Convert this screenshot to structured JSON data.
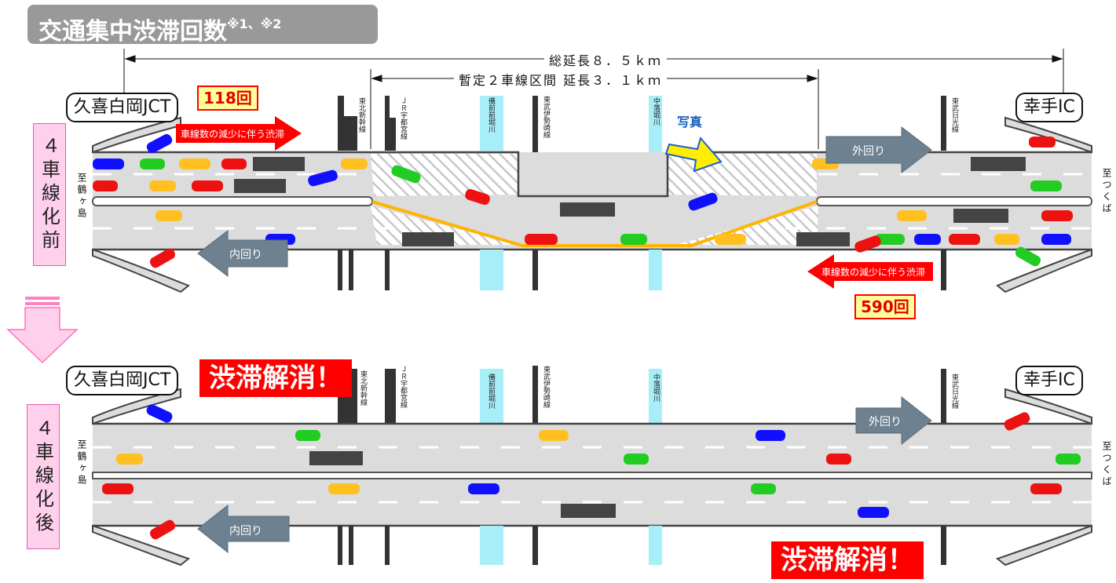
{
  "title": {
    "main": "交通集中渋滞回数",
    "note": "※1、※2"
  },
  "dimensions": {
    "total": "総延長８．５ｋｍ",
    "interim": "暫定２車線区間 延長３．１ｋｍ"
  },
  "ic_left": "久喜白岡JCT",
  "ic_right": "幸手IC",
  "counts": {
    "before_top": "118回",
    "before_bottom": "590回"
  },
  "panel_before": {
    "label": "４車線化前"
  },
  "panel_after": {
    "label": "４車線化後"
  },
  "dest_left": "至鶴ヶ島",
  "dest_right": "至つくば",
  "direction": {
    "outer": "外回り",
    "inner": "内回り"
  },
  "congestion_note": "車線数の減少に伴う渋滞",
  "photo": "写真",
  "resolved": "渋滞解消！",
  "crossings": {
    "tohoku_shinkansen": "東北新幹線",
    "jr_utsunomiya": "ＪＲ宇都宮線",
    "bizen_river": "備前前堀川",
    "tobu_isesaki": "東武伊勢崎線",
    "nakaochi_river": "中落堀川",
    "tobu_nikko": "東武日光線"
  },
  "colors": {
    "pink": "#ffd0ec",
    "red": "#ff0000",
    "road": "#dcdcdc",
    "river": "#a8eef8",
    "arrow_gray": "#6d8190",
    "yellow": "#ffe000"
  }
}
